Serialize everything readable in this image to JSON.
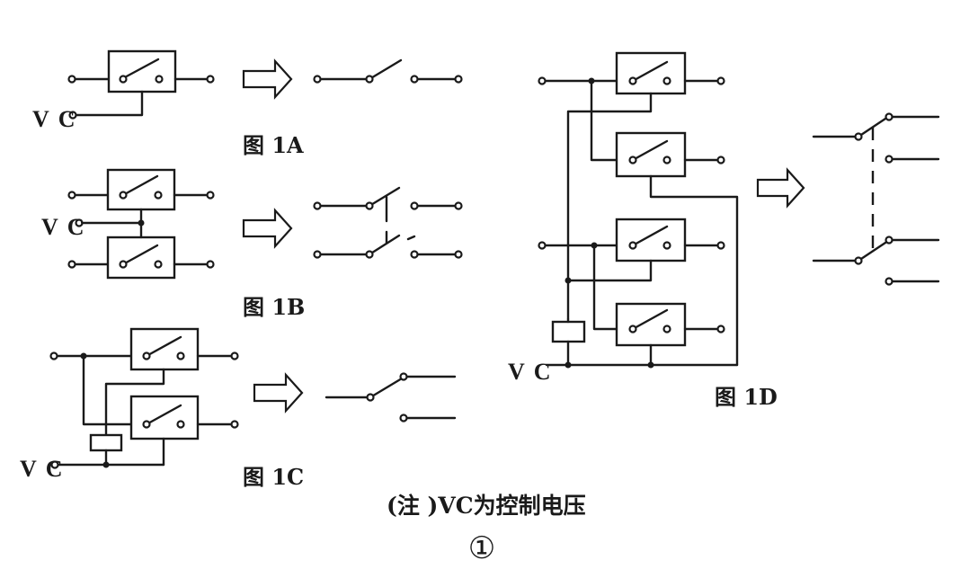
{
  "figures": {
    "fig_1a": {
      "label": "图 1A"
    },
    "fig_1b": {
      "label": "图 1B"
    },
    "fig_1c": {
      "label": "图 1C"
    },
    "fig_1d": {
      "label": "图 1D"
    }
  },
  "control_voltage_label": "V C",
  "note": "(注 )VC为控制电压",
  "figure_number": "①"
}
